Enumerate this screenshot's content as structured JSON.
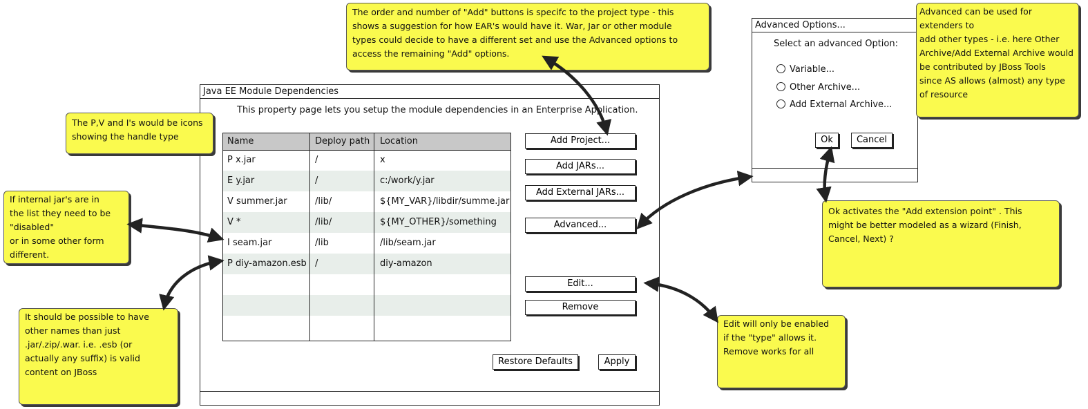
{
  "main_window": {
    "title": "Java EE Module Dependencies",
    "description": "This property page lets you setup the module dependencies in an Enterprise Application.",
    "table": {
      "headers": [
        "Name",
        "Deploy path",
        "Location"
      ],
      "rows": [
        {
          "name": "P x.jar",
          "path": "/",
          "location": "x"
        },
        {
          "name": "E y.jar",
          "path": "/",
          "location": "c:/work/y.jar"
        },
        {
          "name": "V summer.jar",
          "path": "/lib/",
          "location": "${MY_VAR}/libdir/summe.jar"
        },
        {
          "name": "V *",
          "path": "/lib/",
          "location": "${MY_OTHER}/something"
        },
        {
          "name": "I seam.jar",
          "path": "/lib",
          "location": "/lib/seam.jar"
        },
        {
          "name": "P diy-amazon.esb",
          "path": "/",
          "location": "diy-amazon"
        }
      ]
    },
    "buttons": {
      "add_project": "Add Project...",
      "add_jars": "Add JARs...",
      "add_external_jars": "Add External JARs...",
      "advanced": "Advanced...",
      "edit": "Edit...",
      "remove": "Remove",
      "restore_defaults": "Restore Defaults",
      "apply": "Apply"
    }
  },
  "advanced_dialog": {
    "title": "Advanced Options...",
    "prompt": "Select an advanced Option:",
    "options": [
      "Variable...",
      "Other Archive...",
      "Add External Archive..."
    ],
    "ok": "Ok",
    "cancel": "Cancel"
  },
  "notes": {
    "add_buttons": [
      "The order and number of \"Add\" buttons is specifc to the project type - this",
      "shows a suggestion for how EAR's would have it. War, Jar or other module",
      "types could decide to have a different set and use the Advanced options to",
      "access the remaining \"Add\" options."
    ],
    "icons": [
      "The P,V and I's would be icons",
      "showing the handle type"
    ],
    "internal_jars": [
      "If internal jar's are in",
      "the list they need to be",
      "\"disabled\"",
      "or in some other form",
      "different."
    ],
    "names": [
      "It should be possible to have",
      "other names than just",
      ".jar/.zip/.war. i.e. .esb (or",
      "actually any suffix) is valid",
      "content on JBoss"
    ],
    "advanced": [
      "Advanced can be used for",
      "extenders to",
      "add other types - i.e. here Other",
      "Archive/Add External Archive would",
      "be contributed by JBoss Tools",
      "since AS allows (almost) any type",
      "of resource"
    ],
    "ok_activates": [
      "Ok activates the \"Add extension point\" . This",
      "might be better modeled as a wizard (Finish,",
      "Cancel, Next) ?"
    ],
    "edit": [
      "Edit will only be enabled",
      "if the \"type\" allows it.",
      "Remove works for all"
    ]
  }
}
